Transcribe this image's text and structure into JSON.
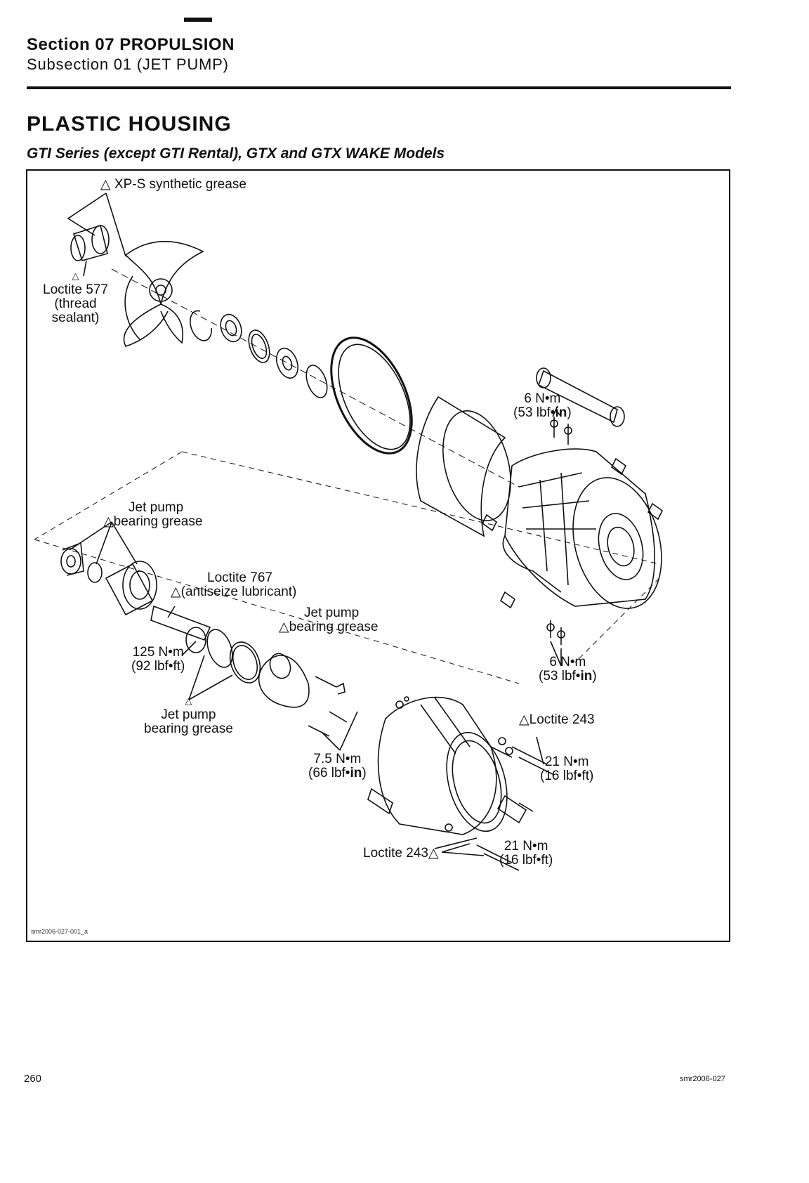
{
  "header": {
    "section": "Section 07 PROPULSION",
    "subsection": "Subsection 01 (JET PUMP)"
  },
  "page": {
    "heading": "PLASTIC HOUSING",
    "subheading": "GTI Series (except GTI Rental), GTX and GTX WAKE Models"
  },
  "figure": {
    "id": "smr2006-027-001_a",
    "drop_icon": "lubricant-drop-icon",
    "labels": {
      "xps_grease": "XP-S synthetic grease",
      "loctite577": [
        "Loctite 577",
        "(thread",
        "sealant)"
      ],
      "torque_6nm_top": [
        "6 N•m",
        "(53 lbf•",
        "in",
        ")"
      ],
      "jetpump_grease_left": [
        "Jet pump",
        "bearing grease"
      ],
      "loctite767": [
        "Loctite 767",
        "(antiseize lubricant)"
      ],
      "jetpump_grease_mid": [
        "Jet pump",
        "bearing grease"
      ],
      "torque_125": [
        "125 N•m",
        "(92 lbf•ft)"
      ],
      "jetpump_grease_bottom": [
        "Jet pump",
        "bearing grease"
      ],
      "torque_6nm_bottom": [
        "6 N•m",
        "(53 lbf•",
        "in",
        ")"
      ],
      "loctite243_right": "Loctite 243",
      "torque_21_right": [
        "21 N•m",
        "(16 lbf•ft)"
      ],
      "torque_75": [
        "7.5 N•m",
        "(66 lbf•",
        "in",
        ")"
      ],
      "loctite243_bottom": "Loctite 243",
      "torque_21_bottom": [
        "21 N•m",
        "(16 lbf•ft)"
      ]
    }
  },
  "footer": {
    "page_number": "260",
    "doc_code": "smr2006-027"
  }
}
